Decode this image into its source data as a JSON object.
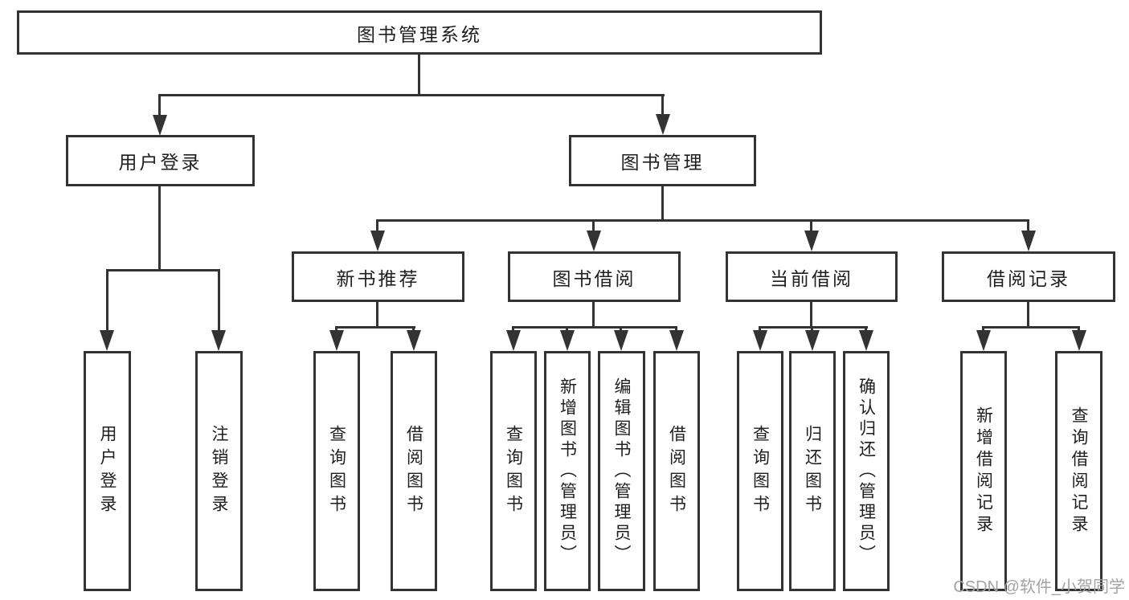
{
  "diagram_title": "图书管理系统",
  "tree": {
    "label": "图书管理系统",
    "children": [
      {
        "label": "用户登录",
        "children": [
          {
            "label": "用户登录"
          },
          {
            "label": "注销登录"
          }
        ]
      },
      {
        "label": "图书管理",
        "children": [
          {
            "label": "新书推荐",
            "children": [
              {
                "label": "查询图书"
              },
              {
                "label": "借阅图书"
              }
            ]
          },
          {
            "label": "图书借阅",
            "children": [
              {
                "label": "查询图书"
              },
              {
                "label": "新增图书（管理员）"
              },
              {
                "label": "编辑图书（管理员）"
              },
              {
                "label": "借阅图书"
              }
            ]
          },
          {
            "label": "当前借阅",
            "children": [
              {
                "label": "查询图书"
              },
              {
                "label": "归还图书"
              },
              {
                "label": "确认归还（管理员）"
              }
            ]
          },
          {
            "label": "借阅记录",
            "children": [
              {
                "label": "新增借阅记录"
              },
              {
                "label": "查询借阅记录"
              }
            ]
          }
        ]
      }
    ]
  },
  "watermark": "CSDN @软件_小贺同学",
  "colors": {
    "line": "#333333",
    "text": "#1f1f1f",
    "box_background": "#ffffff",
    "watermark": "#a3a3a3"
  }
}
